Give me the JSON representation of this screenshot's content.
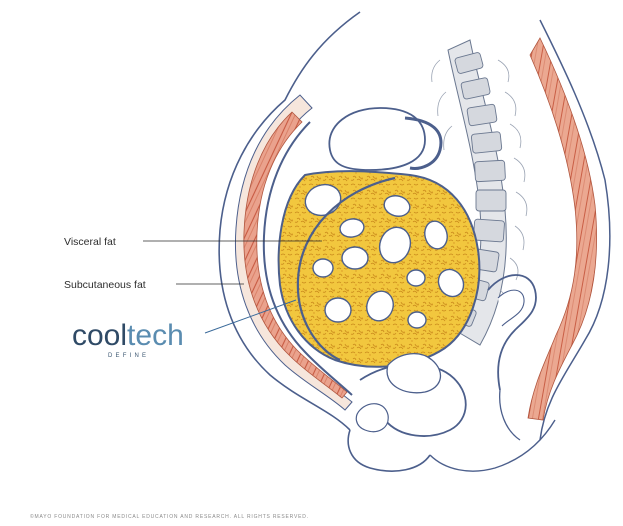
{
  "labels": {
    "visceral_fat": "Visceral fat",
    "subcutaneous_fat": "Subcutaneous fat"
  },
  "logo": {
    "name_part1": "cool",
    "name_part2": "tech",
    "subtitle": "DEFINE"
  },
  "copyright": "©MAYO FOUNDATION FOR MEDICAL EDUCATION AND RESEARCH. ALL RIGHTS RESERVED.",
  "colors": {
    "outline": "#4c5f8c",
    "fat_yellow": "#f0c63a",
    "fat_texture": "#c98a1c",
    "muscle": "#e29a82",
    "muscle_fiber": "#c2563f",
    "spine": "#d8dbe0",
    "brand_dark": "#2f4a66",
    "brand_light": "#5a8cb0"
  }
}
